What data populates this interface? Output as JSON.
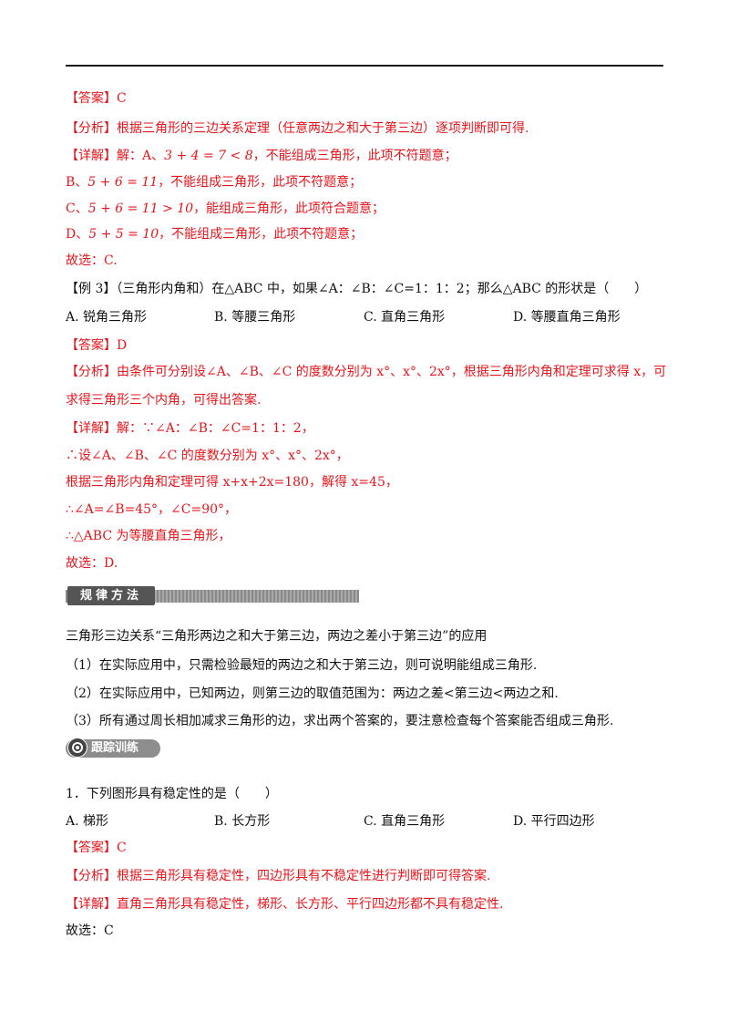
{
  "l01": "【答案】C",
  "l02": "【分析】根据三角形的三边关系定理（任意两边之和大于第三边）逐项判断即可得.",
  "l03a": "【详解】解：A、",
  "l03m": "3 + 4 = 7 < 8",
  "l03b": "，不能组成三角形，此项不符题意；",
  "l04a": "B、",
  "l04m": "5 + 6 = 11",
  "l04b": "，不能组成三角形，此项不符题意；",
  "l05a": "C、",
  "l05m": "5 + 6 = 11 > 10",
  "l05b": "，能组成三角形，此项符合题意；",
  "l06a": "D、",
  "l06m": "5 + 5 = 10",
  "l06b": "，不能组成三角形，此项不符题意；",
  "l07": "故选：C.",
  "l08": "【例 3】（三角形内角和）在△ABC 中，如果∠A：∠B：∠C=1：1：2；那么△ABC 的形状是（　　）",
  "q1": {
    "A": "A. 锐角三角形",
    "B": "B. 等腰三角形",
    "C": "C. 直角三角形",
    "D": "D. 等腰直角三角形"
  },
  "l10": "【答案】D",
  "l11": "【分析】由条件可分别设∠A、∠B、∠C 的度数分别为 x°、x°、2x°，根据三角形内角和定理可求得 x，可",
  "l12": "求得三角形三个内角，可得出答案.",
  "l13": "【详解】解：∵∠A：∠B：∠C=1：1：2，",
  "l14": "∴设∠A、∠B、∠C 的度数分别为 x°、x°、2x°，",
  "l15": "根据三角形内角和定理可得 x+x+2x=180，解得 x=45，",
  "l16": "∴∠A=∠B=45°，∠C=90°，",
  "l17": "∴△ABC 为等腰直角三角形，",
  "l18": "故选：D.",
  "banner1": "规律方法",
  "l19": "三角形三边关系“三角形两边之和大于第三边，两边之差小于第三边”的应用",
  "l20": "（1）在实际应用中，只需检验最短的两边之和大于第三边，则可说明能组成三角形.",
  "l21": "（2）在实际应用中，已知两边，则第三边的取值范围为：两边之差<第三边<两边之和.",
  "l22": "（3）所有通过周长相加减求三角形的边，求出两个答案的，要注意检查每个答案能否组成三角形.",
  "banner2": "跟踪训练",
  "l23": "1．下列图形具有稳定性的是（　　）",
  "q2": {
    "A": "A. 梯形",
    "B": "B. 长方形",
    "C": "C. 直角三角形",
    "D": "D. 平行四边形"
  },
  "l25": "【答案】C",
  "l26": "【分析】根据三角形具有稳定性，四边形具有不稳定性进行判断即可得答案.",
  "l27": "【详解】直角三角形具有稳定性，梯形、长方形、平行四边形都不具有稳定性.",
  "l28": "故选：C"
}
